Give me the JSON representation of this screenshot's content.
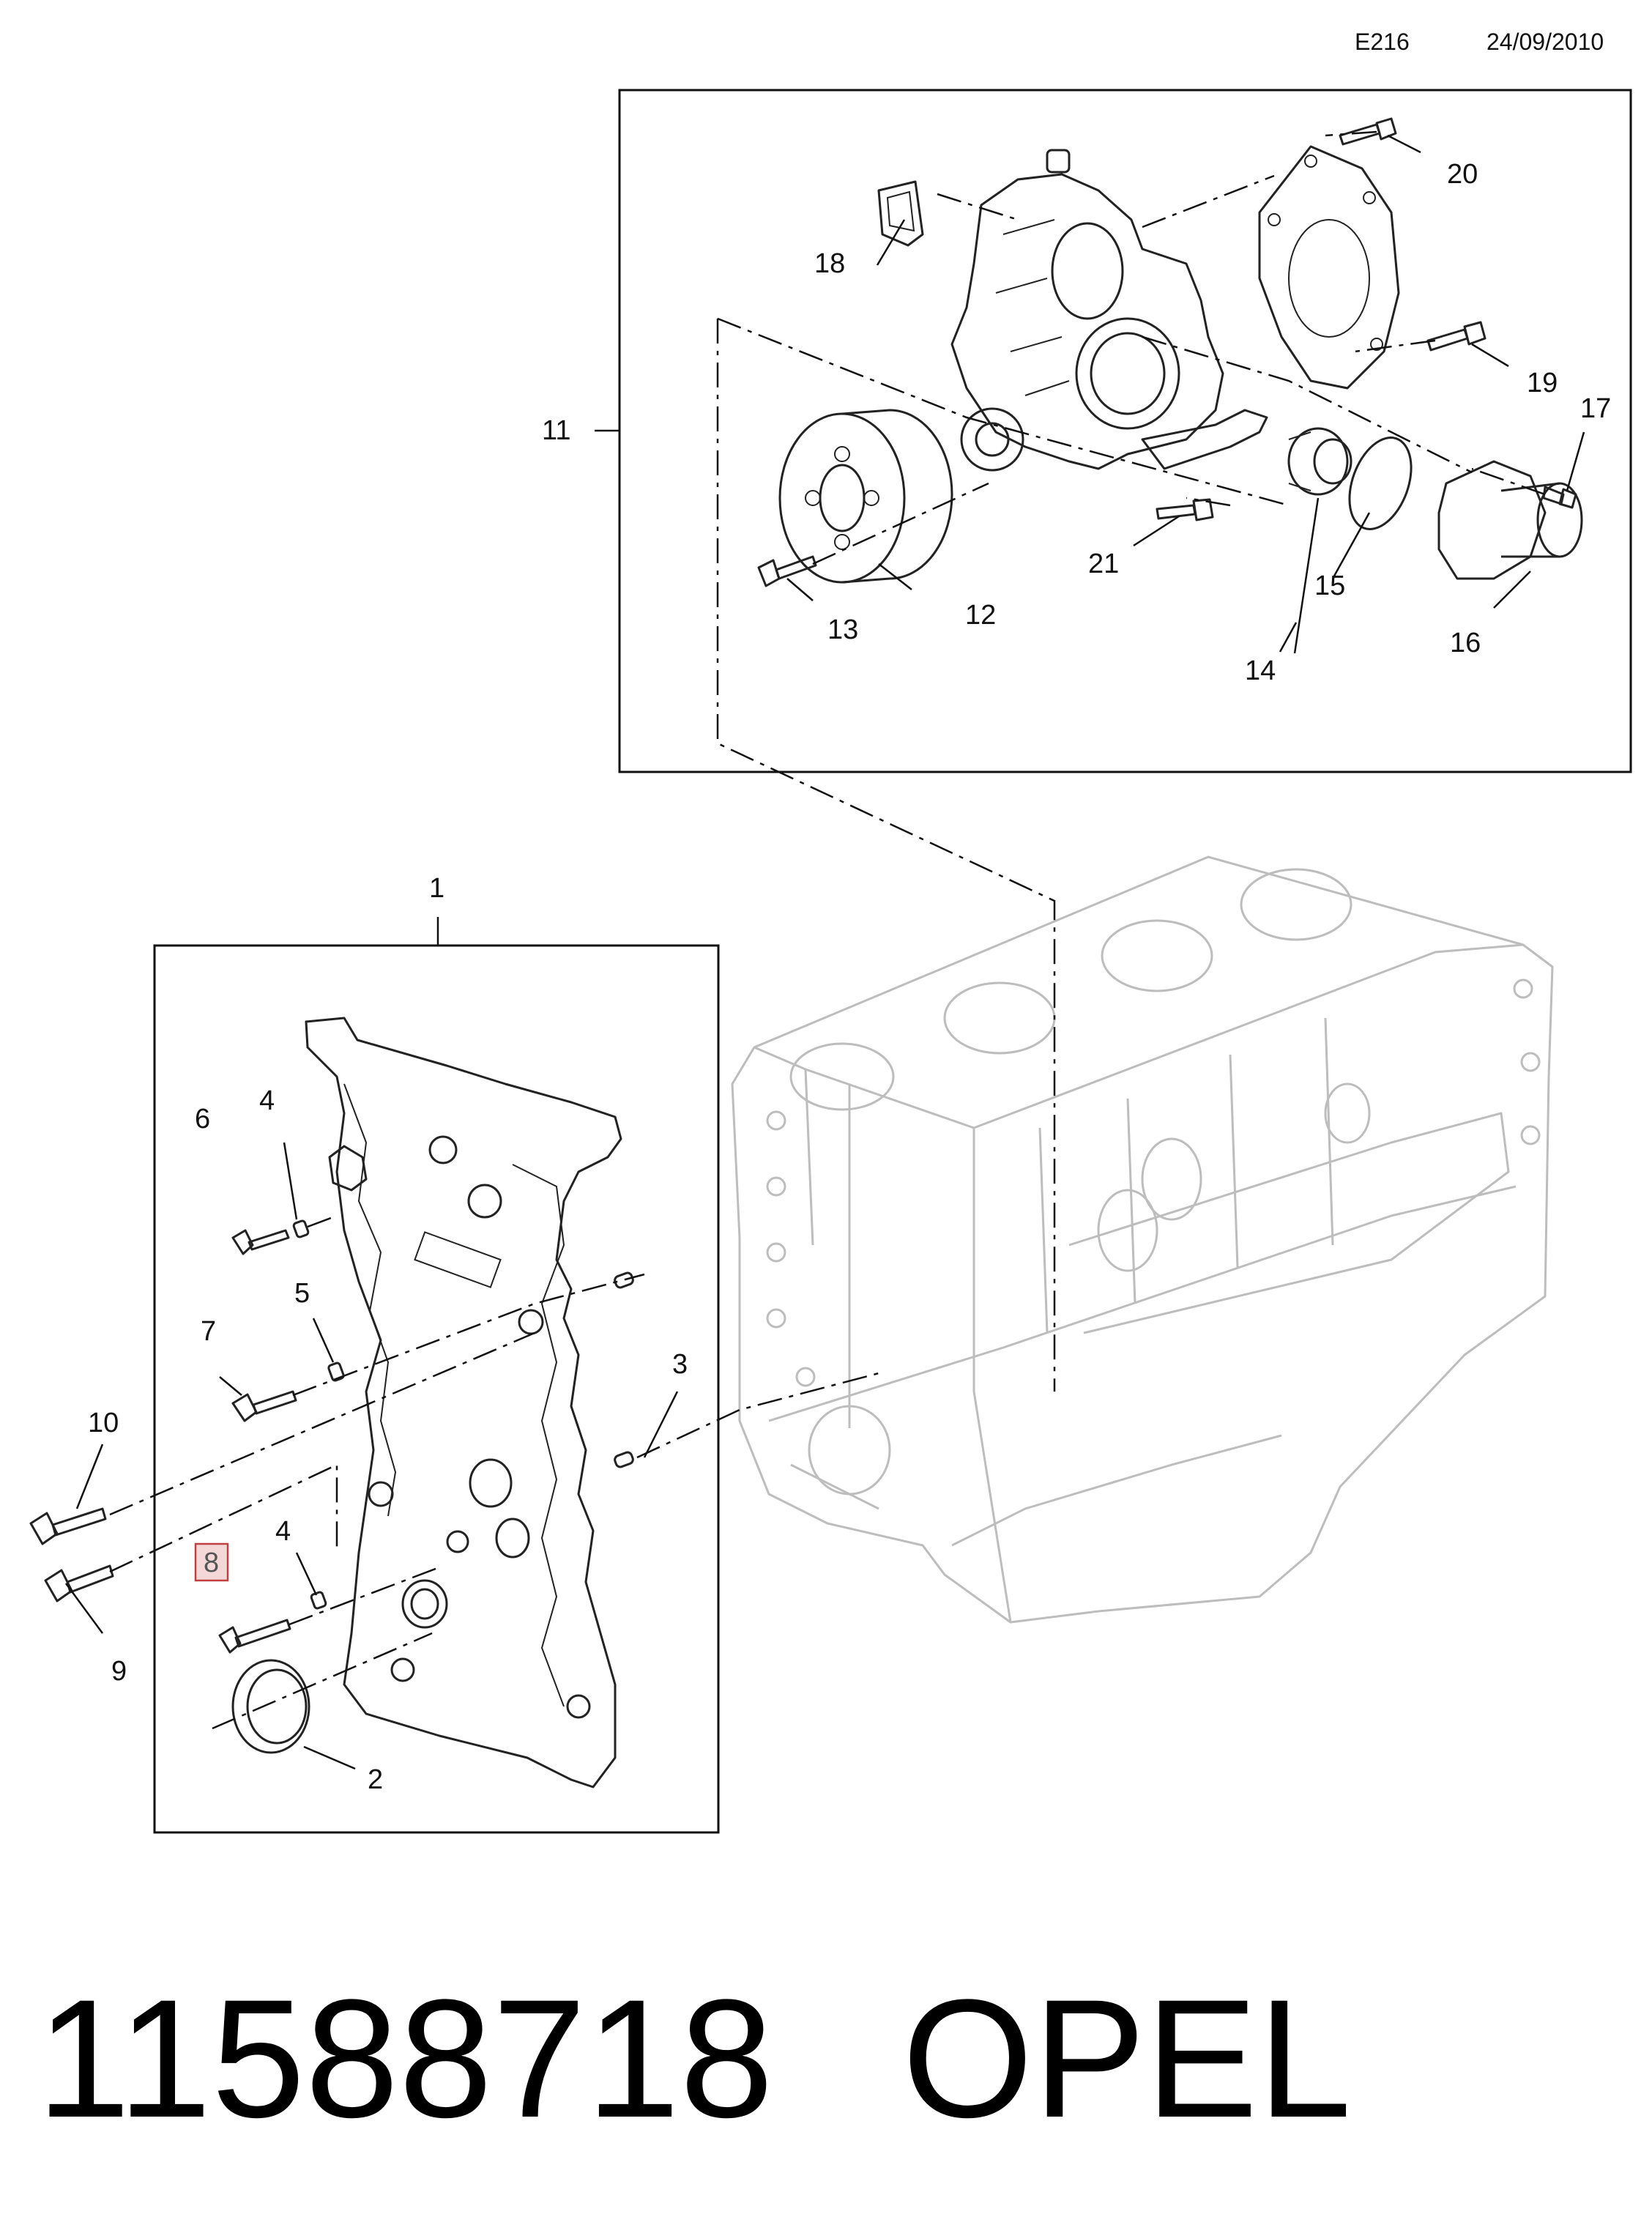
{
  "header": {
    "code": "E216",
    "date": "24/09/2010"
  },
  "footer": {
    "part_number": "11588718",
    "brand": "OPEL"
  },
  "callouts": [
    {
      "id": "1",
      "label": "1"
    },
    {
      "id": "2",
      "label": "2"
    },
    {
      "id": "3",
      "label": "3"
    },
    {
      "id": "4a",
      "label": "4"
    },
    {
      "id": "4b",
      "label": "4"
    },
    {
      "id": "5",
      "label": "5"
    },
    {
      "id": "6",
      "label": "6"
    },
    {
      "id": "7",
      "label": "7"
    },
    {
      "id": "8",
      "label": "8",
      "highlighted": true
    },
    {
      "id": "9",
      "label": "9"
    },
    {
      "id": "10",
      "label": "10"
    },
    {
      "id": "11",
      "label": "11"
    },
    {
      "id": "12",
      "label": "12"
    },
    {
      "id": "13",
      "label": "13"
    },
    {
      "id": "14",
      "label": "14"
    },
    {
      "id": "15",
      "label": "15"
    },
    {
      "id": "16",
      "label": "16"
    },
    {
      "id": "17",
      "label": "17"
    },
    {
      "id": "18",
      "label": "18"
    },
    {
      "id": "19",
      "label": "19"
    },
    {
      "id": "20",
      "label": "20"
    },
    {
      "id": "21",
      "label": "21"
    }
  ],
  "colors": {
    "highlight_fill": "#f4d7d7",
    "highlight_stroke": "#c04040",
    "block_stroke": "#bdbdbd"
  }
}
